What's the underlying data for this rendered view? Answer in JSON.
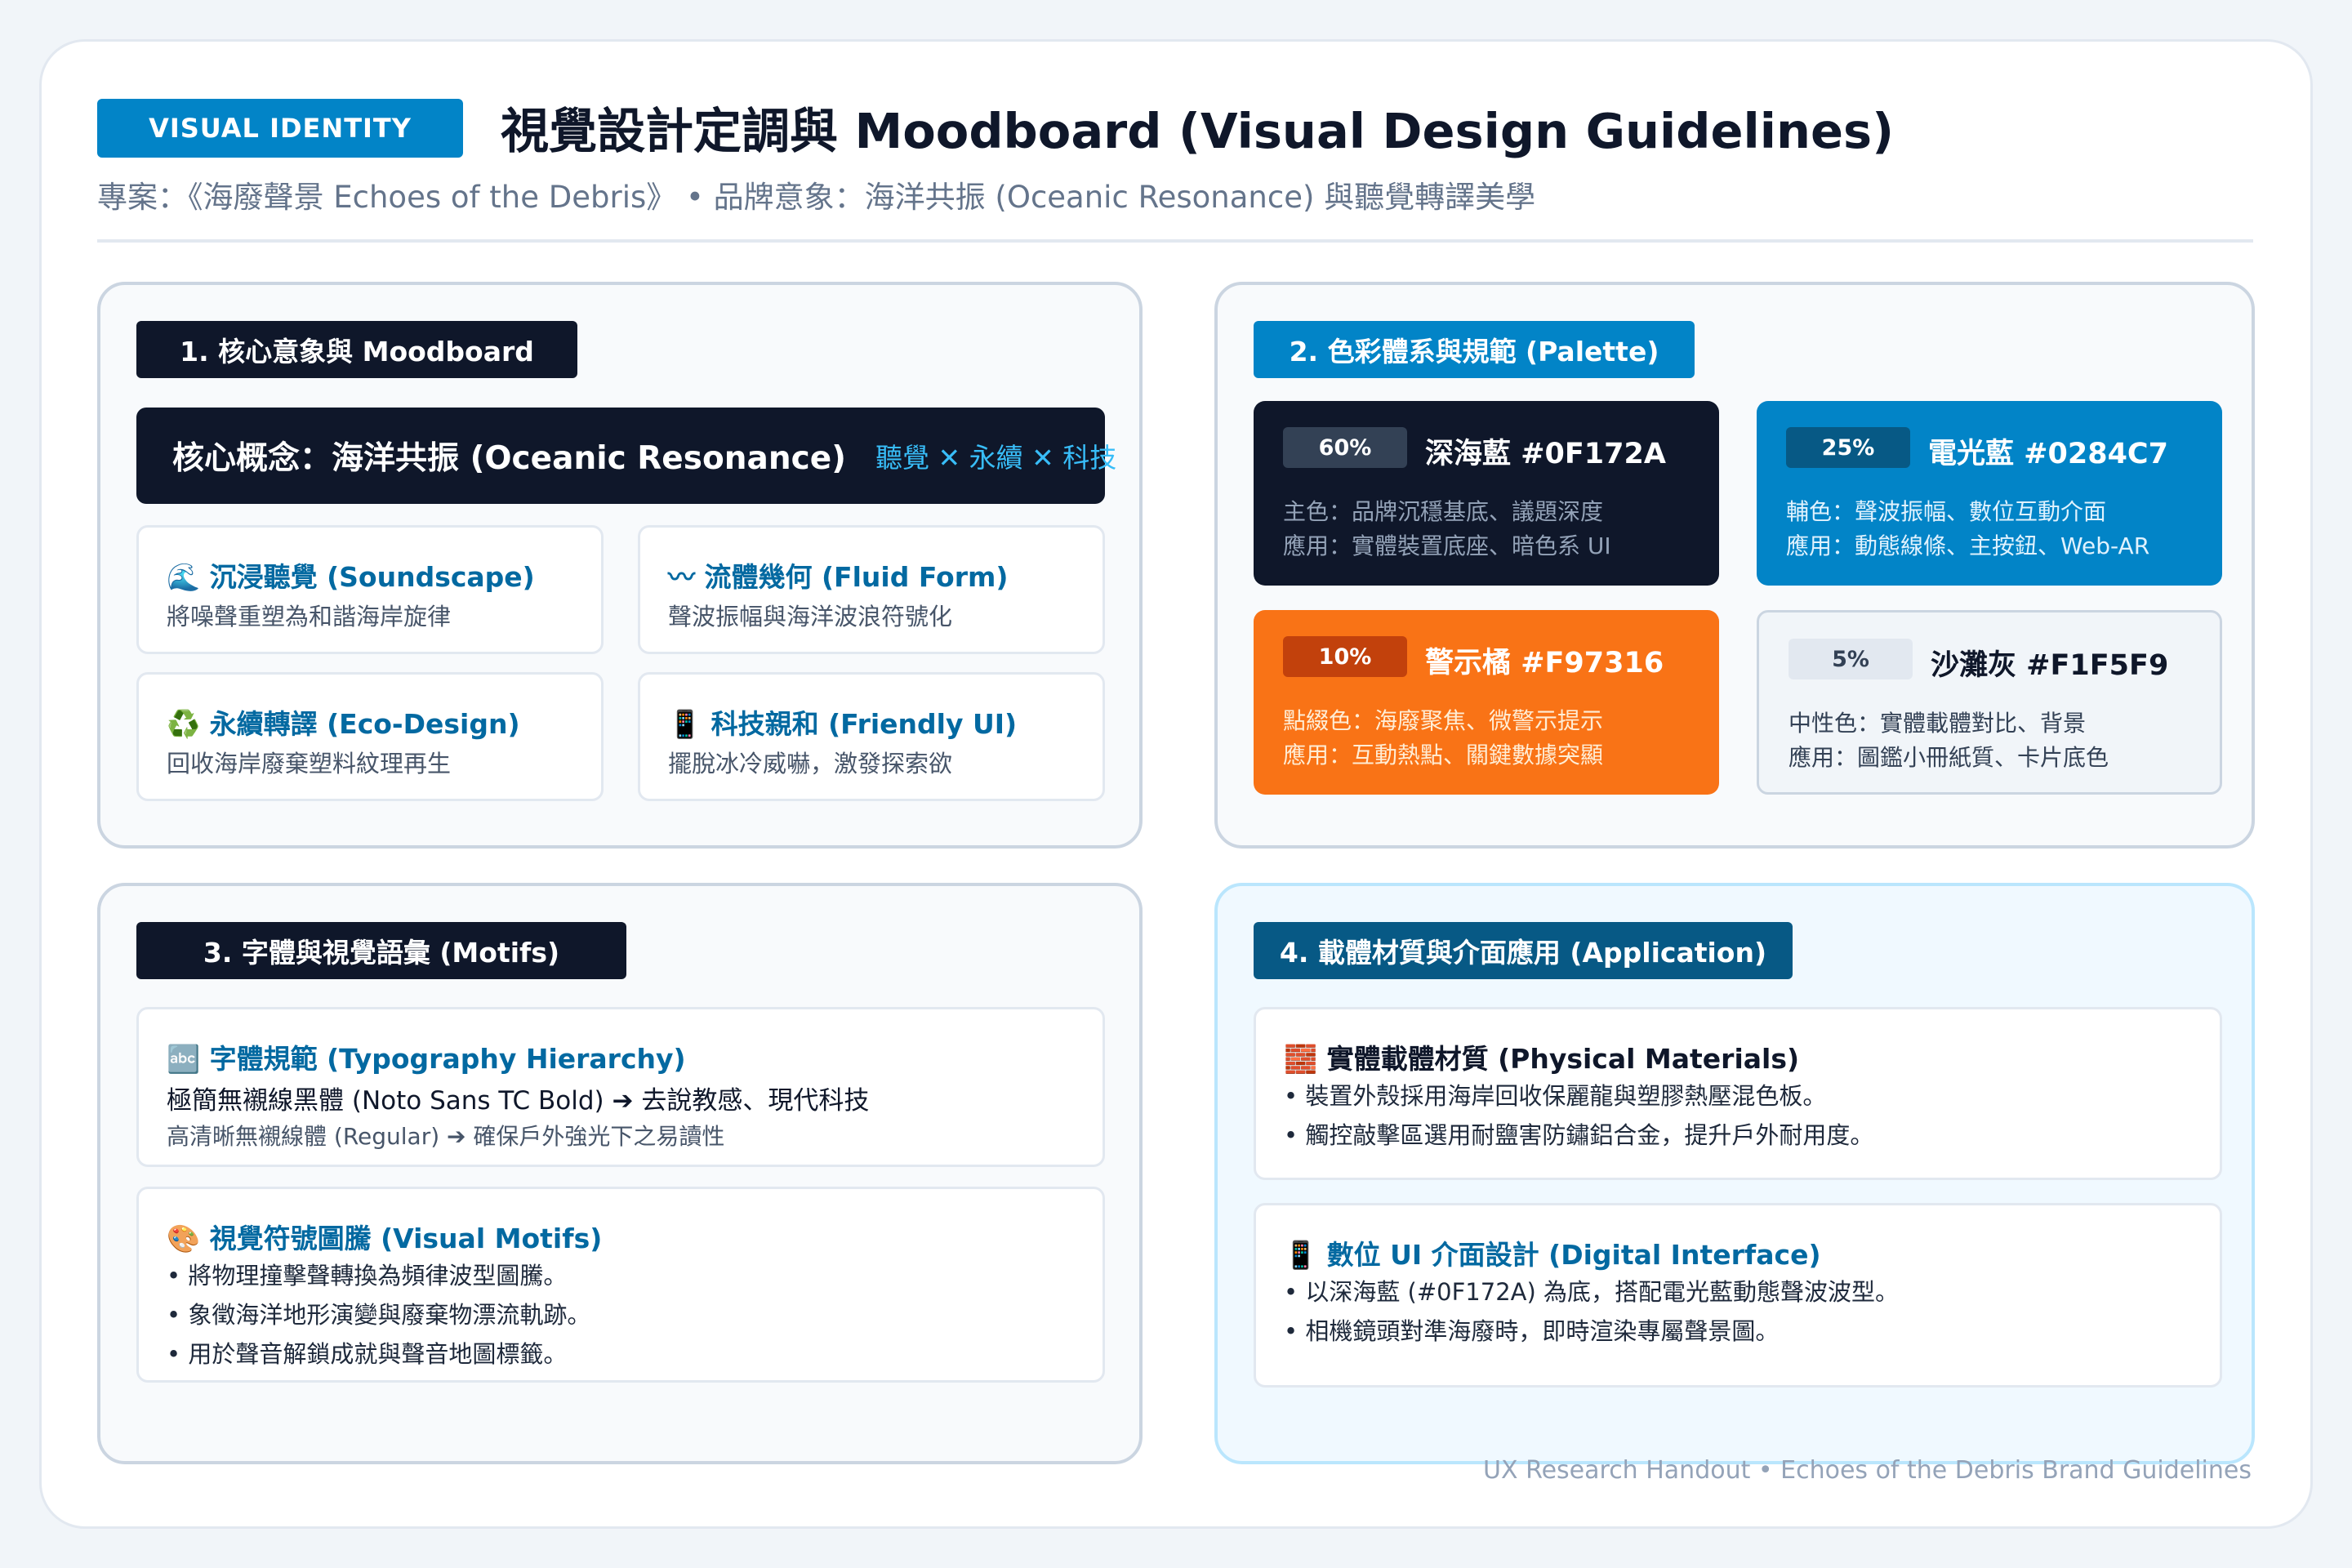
{
  "header": {
    "badge": "VISUAL IDENTITY",
    "title": "視覺設計定調與 Moodboard (Visual Design Guidelines)",
    "subtitle": "專案：《海廢聲景 Echoes of the Debris》 • 品牌意象：海洋共振 (Oceanic Resonance) 與聽覺轉譯美學"
  },
  "section1": {
    "label": "1. 核心意象與 Moodboard",
    "concept_title": "核心概念：海洋共振 (Oceanic Resonance)",
    "concept_tags": "聽覺 ✕ 永續 ✕ 科技",
    "items": [
      {
        "title": "🌊 沉浸聽覺 (Soundscape)",
        "desc": "將噪聲重塑為和諧海岸旋律"
      },
      {
        "title": "〰 流體幾何 (Fluid Form)",
        "desc": "聲波振幅與海洋波浪符號化"
      },
      {
        "title": "♻️ 永續轉譯 (Eco-Design)",
        "desc": "回收海岸廢棄塑料紋理再生"
      },
      {
        "title": "📱 科技親和 (Friendly UI)",
        "desc": "擺脫冰冷威嚇，激發探索欲"
      }
    ]
  },
  "section2": {
    "label": "2. 色彩體系與規範 (Palette)",
    "swatches": [
      {
        "pct": "60%",
        "name": "深海藍 #0F172A",
        "line1": "主色：品牌沉穩基底、議題深度",
        "line2": "應用：實體裝置底座、暗色系 UI"
      },
      {
        "pct": "25%",
        "name": "電光藍 #0284C7",
        "line1": "輔色：聲波振幅、數位互動介面",
        "line2": "應用：動態線條、主按鈕、Web-AR"
      },
      {
        "pct": "10%",
        "name": "警示橘 #F97316",
        "line1": "點綴色：海廢聚焦、微警示提示",
        "line2": "應用：互動熱點、關鍵數據突顯"
      },
      {
        "pct": "5%",
        "name": "沙灘灰 #F1F5F9",
        "line1": "中性色：實體載體對比、背景",
        "line2": "應用：圖鑑小冊紙質、卡片底色"
      }
    ],
    "colors": {
      "navy": "#0F172A",
      "blue": "#0284C7",
      "orange": "#F97316",
      "sand": "#F1F5F9"
    }
  },
  "section3": {
    "label": "3. 字體與視覺語彙 (Motifs)",
    "typography": {
      "title": "🔤 字體規範 (Typography Hierarchy)",
      "line1": "極簡無襯線黑體 (Noto Sans TC Bold) ➔ 去說教感、現代科技",
      "line2": "高清晰無襯線體 (Regular) ➔ 確保戶外強光下之易讀性"
    },
    "motifs": {
      "title": "🎨 視覺符號圖騰 (Visual Motifs)",
      "bullets": [
        "將物理撞擊聲轉換為頻律波型圖騰。",
        "象徵海洋地形演變與廢棄物漂流軌跡。",
        "用於聲音解鎖成就與聲音地圖標籤。"
      ]
    }
  },
  "section4": {
    "label": "4. 載體材質與介面應用 (Application)",
    "physical": {
      "title": "🧱 實體載體材質 (Physical Materials)",
      "bullets": [
        "裝置外殼採用海岸回收保麗龍與塑膠熱壓混色板。",
        "觸控敲擊區選用耐鹽害防鏽鋁合金，提升戶外耐用度。"
      ]
    },
    "digital": {
      "title": "📱 數位 UI 介面設計 (Digital Interface)",
      "bullets": [
        "以深海藍 (#0F172A) 為底，搭配電光藍動態聲波波型。",
        "相機鏡頭對準海廢時，即時渲染專屬聲景圖。"
      ]
    }
  },
  "footer": "UX Research Handout • Echoes of the Debris Brand Guidelines"
}
